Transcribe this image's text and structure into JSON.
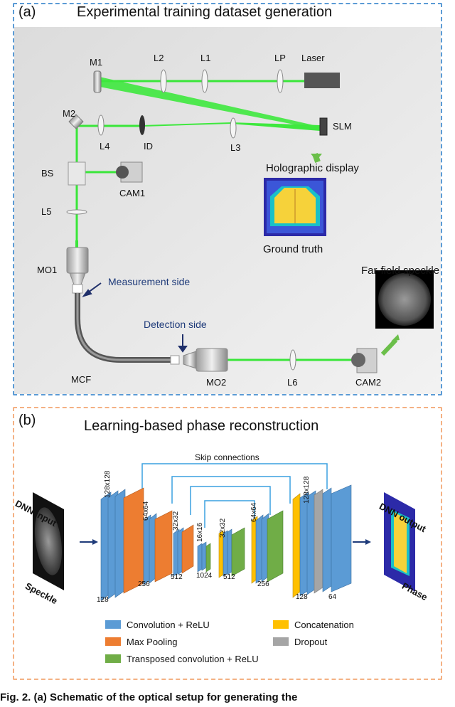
{
  "panel_a": {
    "label": "(a)",
    "title": "Experimental training dataset generation",
    "components": {
      "m1": "M1",
      "l2": "L2",
      "l1": "L1",
      "lp": "LP",
      "laser": "Laser",
      "m2": "M2",
      "l4": "L4",
      "id": "ID",
      "l3": "L3",
      "slm": "SLM",
      "bs": "BS",
      "cam1": "CAM1",
      "l5": "L5",
      "mo1": "MO1",
      "mcf": "MCF",
      "mo2": "MO2",
      "l6": "L6",
      "cam2": "CAM2"
    },
    "holographic_display": "Holographic display",
    "ground_truth": "Ground truth",
    "far_field_speckle": "Far-field speckle",
    "measurement_side": "Measurement side",
    "detection_side": "Detection side"
  },
  "panel_b": {
    "label": "(b)",
    "title": "Learning-based phase reconstruction",
    "skip_connections": "Skip connections",
    "dnn_input": "DNN input",
    "speckle": "Speckle",
    "dnn_output": "DNN output",
    "phase": "Phase",
    "sizes": {
      "s128": "128x128",
      "s64": "64x64",
      "s32": "32x32",
      "s16": "16x16",
      "s32b": "32x32",
      "s64b": "64x64",
      "s128b": "128x128"
    },
    "channels": {
      "c128": "128",
      "c256": "256",
      "c512": "512",
      "c1024": "1024",
      "c512b": "512",
      "c256b": "256",
      "c128b": "128",
      "c64": "64"
    },
    "legend": [
      {
        "label": "Convolution + ReLU",
        "color": "#5b9bd5"
      },
      {
        "label": "Max Pooling",
        "color": "#ed7d31"
      },
      {
        "label": "Transposed convolution + ReLU",
        "color": "#70ad47"
      },
      {
        "label": "Concatenation",
        "color": "#ffc000"
      },
      {
        "label": "Dropout",
        "color": "#a5a5a5"
      }
    ]
  },
  "caption": "Fig. 2. (a) Schematic of the optical setup for generating the"
}
